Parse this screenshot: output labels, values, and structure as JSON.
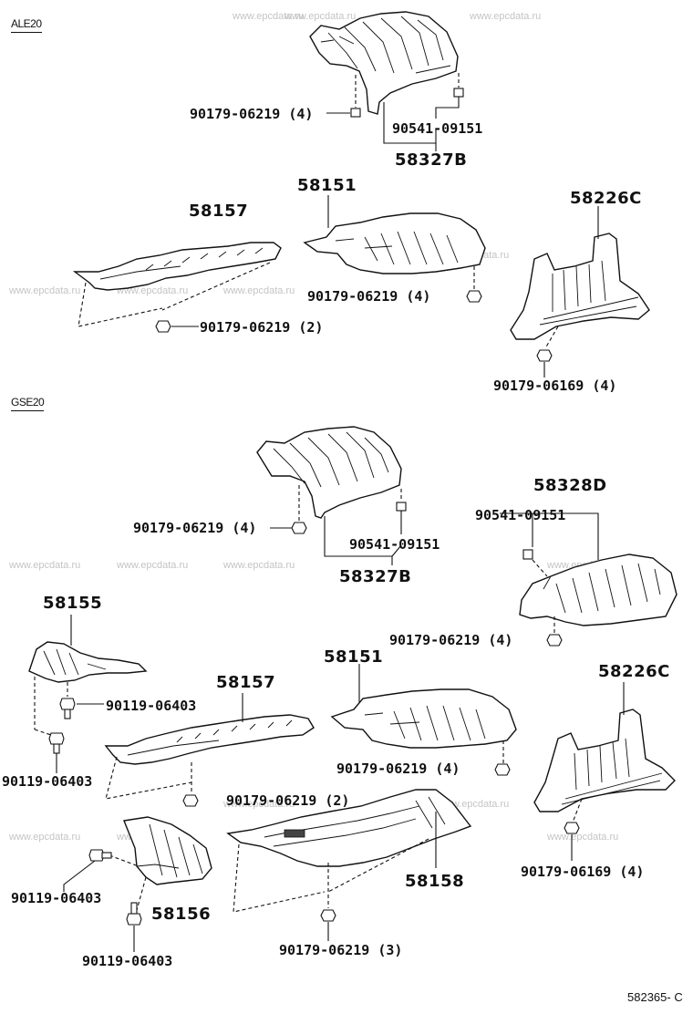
{
  "watermark": "www.epcdata.ru",
  "sections": {
    "top": "ALE20",
    "bottom": "GSE20"
  },
  "ref_code": "582365- C",
  "top": {
    "p58327b": "58327B",
    "p90179_a": "90179-06219 (4)",
    "p90541": "90541-09151",
    "p58157": "58157",
    "p58151": "58151",
    "p58226c": "58226C",
    "p90179_b": "90179-06219 (4)",
    "p90179_c": "90179-06219 (2)",
    "p90179_d": "90179-06169 (4)"
  },
  "bottom": {
    "p90179_a": "90179-06219 (4)",
    "p90541_a": "90541-09151",
    "p58327b": "58327B",
    "p58328d": "58328D",
    "p90541_b": "90541-09151",
    "p90179_e": "90179-06219 (4)",
    "p58155": "58155",
    "p90119_a": "90119-06403",
    "p90119_b": "90119-06403",
    "p58157": "58157",
    "p58151": "58151",
    "p58226c": "58226C",
    "p90179_b": "90179-06219 (4)",
    "p90179_c": "90179-06219 (2)",
    "p58158": "58158",
    "p90179_d": "90179-06169 (4)",
    "p90119_c": "90119-06403",
    "p58156": "58156",
    "p90119_d": "90119-06403",
    "p90179_f": "90179-06219 (3)"
  }
}
